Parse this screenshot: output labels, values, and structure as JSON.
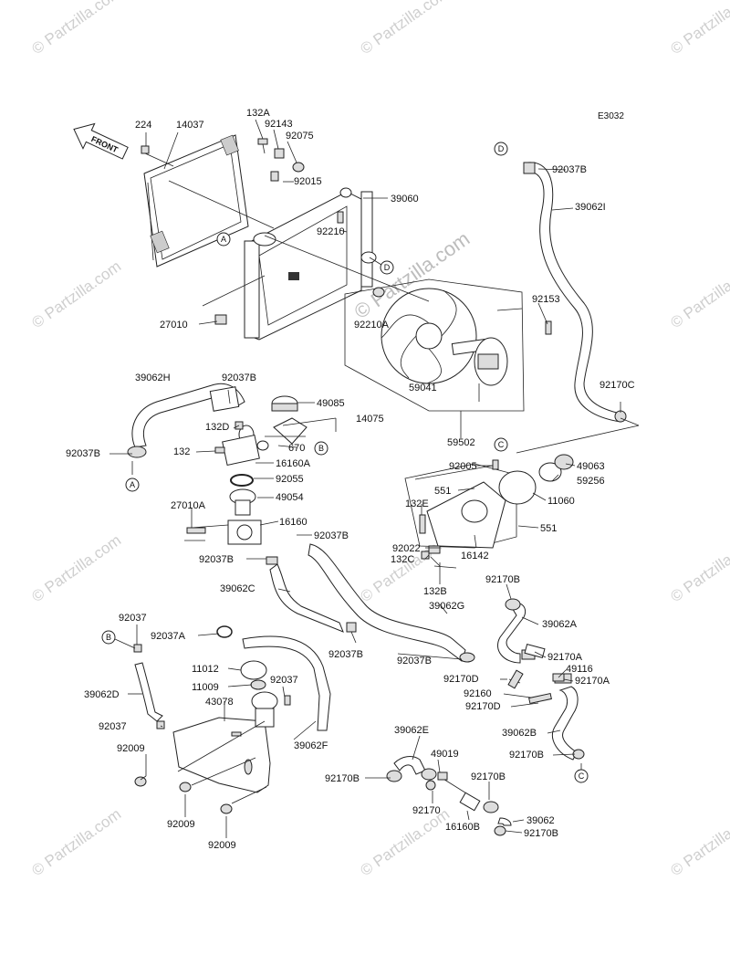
{
  "diagram_code": "E3032",
  "watermark_text": "© Partzilla.com",
  "front_label": "FRONT",
  "ref_markers": [
    "A",
    "B",
    "C",
    "D"
  ],
  "part_labels": {
    "p224": "224",
    "p14037": "14037",
    "p132A": "132A",
    "p92143": "92143",
    "p92075": "92075",
    "p92015": "92015",
    "p39060": "39060",
    "p92210": "92210",
    "p27010": "27010",
    "p92210A": "92210A",
    "p59041": "59041",
    "p92153": "92153",
    "p92037B_top": "92037B",
    "p39062I": "39062I",
    "p92170C": "92170C",
    "p59502": "59502",
    "p39062H": "39062H",
    "p92037B_a": "92037B",
    "p49085": "49085",
    "p14075": "14075",
    "p132D": "132D",
    "p670": "670",
    "p132": "132",
    "p16160A": "16160A",
    "p92037B_b": "92037B",
    "p92055": "92055",
    "p49054": "49054",
    "p27010A": "27010A",
    "p16160": "16160",
    "p92037B_c": "92037B",
    "p92037B_d": "92037B",
    "p39062C": "39062C",
    "p39062G": "39062G",
    "p92037B_e": "92037B",
    "p92037B_f": "92037B",
    "p92005": "92005",
    "p49063": "49063",
    "p59256": "59256",
    "p551a": "551",
    "p11060": "11060",
    "p132E": "132E",
    "p551b": "551",
    "p92022": "92022",
    "p132C": "132C",
    "p16142": "16142",
    "p132B": "132B",
    "p92170B_a": "92170B",
    "p39062A": "39062A",
    "p92170A_a": "92170A",
    "p49116": "49116",
    "p92170A_b": "92170A",
    "p92170D_a": "92170D",
    "p92160": "92160",
    "p92170D_b": "92170D",
    "p39062B": "39062B",
    "p92170B_b": "92170B",
    "p92037_a": "92037",
    "p92037A": "92037A",
    "p11012": "11012",
    "p11009": "11009",
    "p92037_b": "92037",
    "p43078": "43078",
    "p39062D": "39062D",
    "p92037_c": "92037",
    "p39062F": "39062F",
    "p92009_a": "92009",
    "p92009_b": "92009",
    "p92009_c": "92009",
    "p39062E": "39062E",
    "p49019": "49019",
    "p92170B_c": "92170B",
    "p92170B_d": "92170B",
    "p92170": "92170",
    "p16160B": "16160B",
    "p39062": "39062",
    "p92170B_e": "92170B"
  }
}
